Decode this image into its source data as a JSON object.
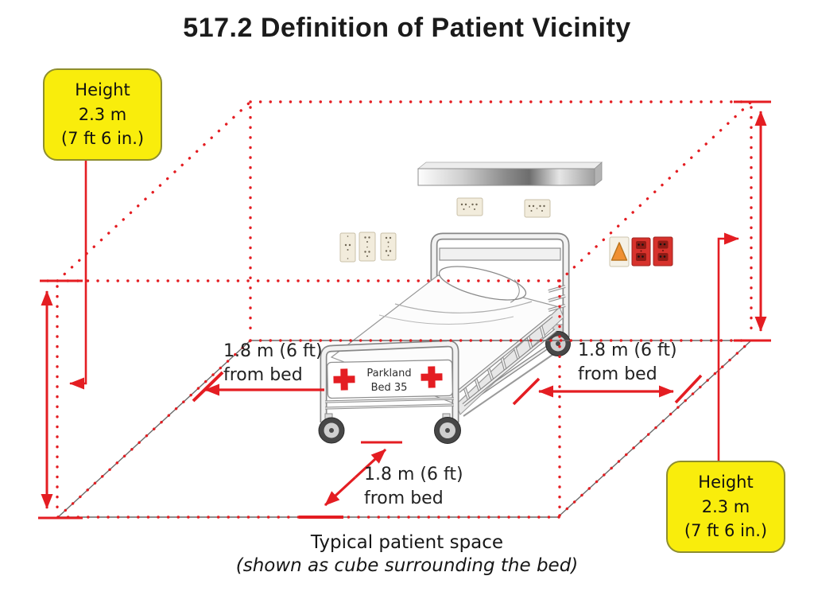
{
  "title": "517.2 Definition of Patient Vicinity",
  "callouts": {
    "top_left": "Height\n2.3 m\n(7 ft 6 in.)",
    "bottom_right": "Height\n2.3 m\n(7 ft 6 in.)"
  },
  "dimension_labels": {
    "left": "1.8 m (6 ft)\nfrom bed",
    "right": "1.8 m (6 ft)\nfrom bed",
    "front": "1.8 m (6 ft)\nfrom bed"
  },
  "bed": {
    "name": "Parkland",
    "number": "Bed 35"
  },
  "caption": {
    "line1": "Typical patient space",
    "line2": "(shown as cube surrounding the bed)"
  },
  "colors": {
    "red": "#e41d22",
    "yellow": "#f9ed0c",
    "yellow-border": "#8e8e2f",
    "orange": "#f09033",
    "outlet-red": "#d7322c"
  }
}
